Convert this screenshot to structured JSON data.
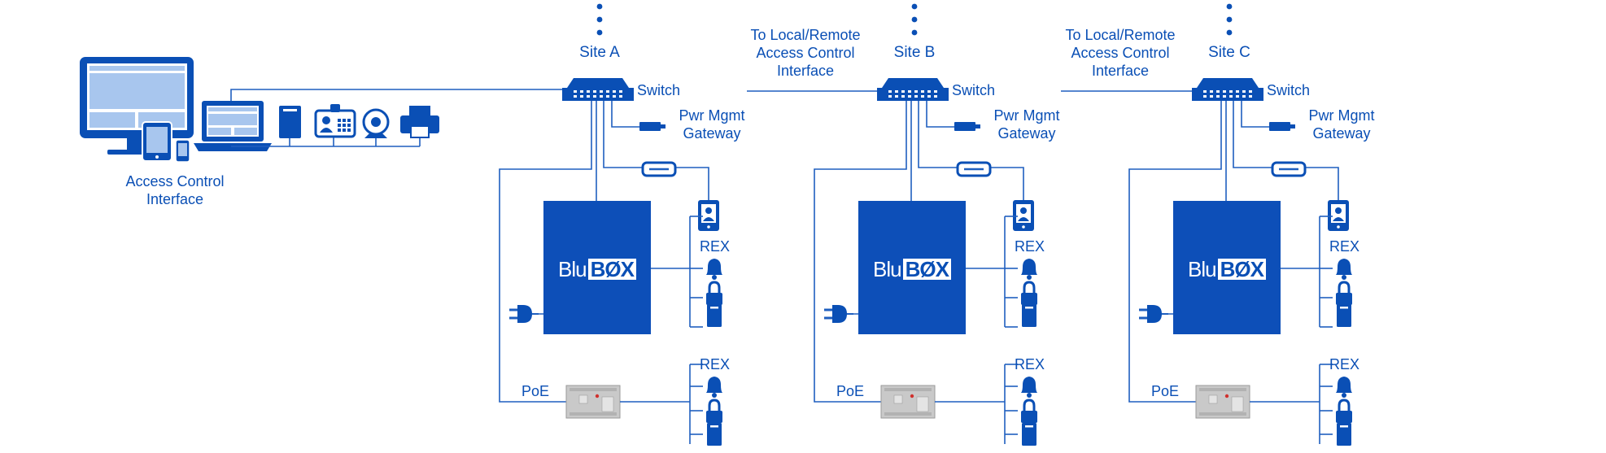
{
  "access_control": {
    "label_line1": "Access Control",
    "label_line2": "Interface",
    "icons": [
      "monitor-icon",
      "tablet-icon",
      "phone-icon",
      "laptop-icon",
      "card-reader-icon",
      "id-badge-icon",
      "webcam-icon",
      "printer-icon"
    ]
  },
  "colors": {
    "primary": "#0a4fb5",
    "line": "#1f5fbf",
    "controller_bg": "#0d4fb8",
    "poe_board": "#c9c9c9"
  },
  "link_label": {
    "line1": "To Local/Remote",
    "line2": "Access Control",
    "line3": "Interface"
  },
  "sites": [
    {
      "name": "Site A",
      "switch_label": "Switch",
      "pwr_line1": "Pwr Mgmt",
      "pwr_line2": "Gateway",
      "controller": {
        "brand_prefix": "Blu",
        "brand_box": "BØX"
      },
      "rex_top": "REX",
      "rex_bottom": "REX",
      "poe_label": "PoE"
    },
    {
      "name": "Site B",
      "switch_label": "Switch",
      "pwr_line1": "Pwr Mgmt",
      "pwr_line2": "Gateway",
      "controller": {
        "brand_prefix": "Blu",
        "brand_box": "BØX"
      },
      "rex_top": "REX",
      "rex_bottom": "REX",
      "poe_label": "PoE"
    },
    {
      "name": "Site C",
      "switch_label": "Switch",
      "pwr_line1": "Pwr Mgmt",
      "pwr_line2": "Gateway",
      "controller": {
        "brand_prefix": "Blu",
        "brand_box": "BØX"
      },
      "rex_top": "REX",
      "rex_bottom": "REX",
      "poe_label": "PoE"
    }
  ]
}
